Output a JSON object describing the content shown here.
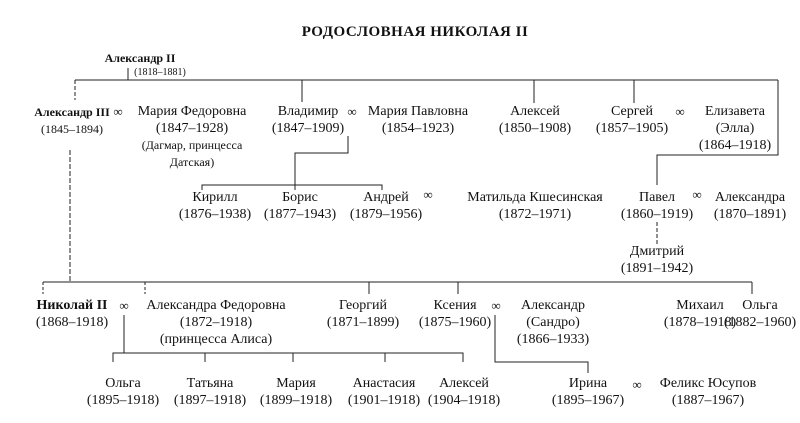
{
  "title": "РОДОСЛОВНАЯ НИКОЛАЯ II",
  "marriage_symbol": "∞",
  "persons": {
    "alexander2": {
      "name": "Александр II",
      "years": "(1818–1881)"
    },
    "alexander3": {
      "name": "Александр III",
      "years": "(1845–1894)"
    },
    "maria_f": {
      "name": "Мария Федоровна",
      "years": "(1847–1928)",
      "note1": "(Дагмар, принцесса",
      "note2": "Датская)"
    },
    "vladimir": {
      "name": "Владимир",
      "years": "(1847–1909)"
    },
    "maria_p": {
      "name": "Мария Павловна",
      "years": "(1854–1923)"
    },
    "alexei1": {
      "name": "Алексей",
      "years": "(1850–1908)"
    },
    "sergei": {
      "name": "Сергей",
      "years": "(1857–1905)"
    },
    "elizaveta": {
      "name": "Елизавета",
      "alias": "(Элла)",
      "years": "(1864–1918)"
    },
    "kirill": {
      "name": "Кирилл",
      "years": "(1876–1938)"
    },
    "boris": {
      "name": "Борис",
      "years": "(1877–1943)"
    },
    "andrei": {
      "name": "Андрей",
      "years": "(1879–1956)"
    },
    "matilda": {
      "name": "Матильда Кшесинская",
      "years": "(1872–1971)"
    },
    "pavel": {
      "name": "Павел",
      "years": "(1860–1919)"
    },
    "alexandra_p": {
      "name": "Александра",
      "years": "(1870–1891)"
    },
    "dmitry": {
      "name": "Дмитрий",
      "years": "(1891–1942)"
    },
    "nicholas2": {
      "name": "Николай II",
      "years": "(1868–1918)"
    },
    "alexandra_f": {
      "name": "Александра Федоровна",
      "years": "(1872–1918)",
      "note": "(принцесса Алиса)"
    },
    "georgy": {
      "name": "Георгий",
      "years": "(1871–1899)"
    },
    "ksenia": {
      "name": "Ксения",
      "years": "(1875–1960)"
    },
    "alexander_s": {
      "name": "Александр",
      "alias": "(Сандро)",
      "years": "(1866–1933)"
    },
    "mikhail": {
      "name": "Михаил",
      "years": "(1878–1918)"
    },
    "olga_a": {
      "name": "Ольга",
      "years": "(1882–1960)"
    },
    "olga_n": {
      "name": "Ольга",
      "years": "(1895–1918)"
    },
    "tatiana": {
      "name": "Татьяна",
      "years": "(1897–1918)"
    },
    "maria_n": {
      "name": "Мария",
      "years": "(1899–1918)"
    },
    "anastasia": {
      "name": "Анастасия",
      "years": "(1901–1918)"
    },
    "alexei_n": {
      "name": "Алексей",
      "years": "(1904–1918)"
    },
    "irina": {
      "name": "Ирина",
      "years": "(1895–1967)"
    },
    "felix": {
      "name": "Феликс Юсупов",
      "years": "(1887–1967)"
    }
  }
}
